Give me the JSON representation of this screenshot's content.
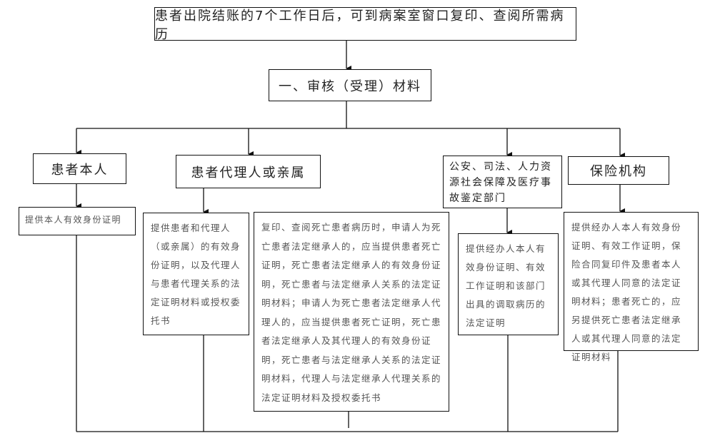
{
  "top": "患者出院结账的7个工作日后，可到病案室窗口复印、查阅所需病历",
  "step1": "一、审核（受理）材料",
  "branches": [
    {
      "title": "患者本人",
      "body": "提供本人有效身份证明"
    },
    {
      "title": "患者代理人或亲属",
      "body": "提供患者和代理人（或亲属）的有效身份证明，以及代理人与患者代理关系的法定证明材料或授权委托书",
      "body2": "复印、查阅死亡患者病历时，申请人为死亡患者法定继承人的，应当提供患者死亡证明，死亡患者法定继承人的有效身份证明，死亡患者与法定继承人关系的法定证明材料；申请人为死亡患者法定继承人代理人的，应当提供患者死亡证明，死亡患者法定继承人及其代理人的有效身份证明，死亡患者与法定继承人关系的法定证明材料，代理人与法定继承人代理关系的法定证明材料及授权委托书"
    },
    {
      "title": "公安、司法、人力资源社会保障及医疗事故鉴定部门",
      "body": "提供经办人本人有效身份证明、有效工作证明和该部门出具的调取病历的法定证明"
    },
    {
      "title": "保险机构",
      "body": "提供经办人本人有效身份证明、有效工作证明，保险合同复印件及患者本人或其代理人同意的法定证明材料；患者死亡的，应另提供死亡患者法定继承人或其代理人同意的法定证明材料"
    }
  ]
}
